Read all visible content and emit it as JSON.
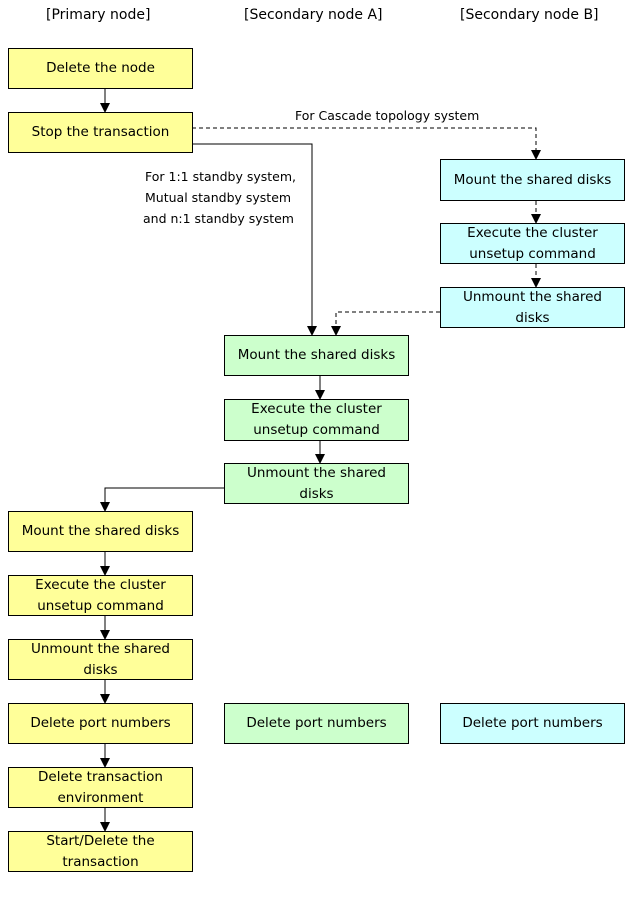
{
  "headers": {
    "primary": "[Primary node]",
    "secondary_a": "[Secondary node A]",
    "secondary_b": "[Secondary node B]"
  },
  "notes": {
    "cascade": "For Cascade topology system",
    "standby_line1": "For 1:1 standby system,",
    "standby_line2": "Mutual standby system",
    "standby_line3": "and n:1 standby system"
  },
  "primary_steps": {
    "delete_node": "Delete the node",
    "stop_transaction": "Stop the transaction",
    "mount": "Mount the shared disks",
    "unsetup_line1": "Execute the cluster",
    "unsetup_line2": "unsetup command",
    "unmount_line1": "Unmount the shared",
    "unmount_line2": "disks",
    "delete_ports": "Delete port numbers",
    "delete_env_line1": "Delete transaction",
    "delete_env_line2": "environment",
    "start_delete_line1": "Start/Delete the",
    "start_delete_line2": "transaction"
  },
  "secondary_a_steps": {
    "mount": "Mount the shared disks",
    "unsetup_line1": "Execute the cluster",
    "unsetup_line2": "unsetup command",
    "unmount_line1": "Unmount the shared",
    "unmount_line2": "disks",
    "delete_ports": "Delete port numbers"
  },
  "secondary_b_steps": {
    "mount": "Mount the shared disks",
    "unsetup_line1": "Execute the cluster",
    "unsetup_line2": "unsetup command",
    "unmount_line1": "Unmount the shared",
    "unmount_line2": "disks",
    "delete_ports": "Delete port numbers"
  },
  "colors": {
    "primary_fill": "#ffff99",
    "secondary_a_fill": "#ccffcc",
    "secondary_b_fill": "#ccffff"
  }
}
